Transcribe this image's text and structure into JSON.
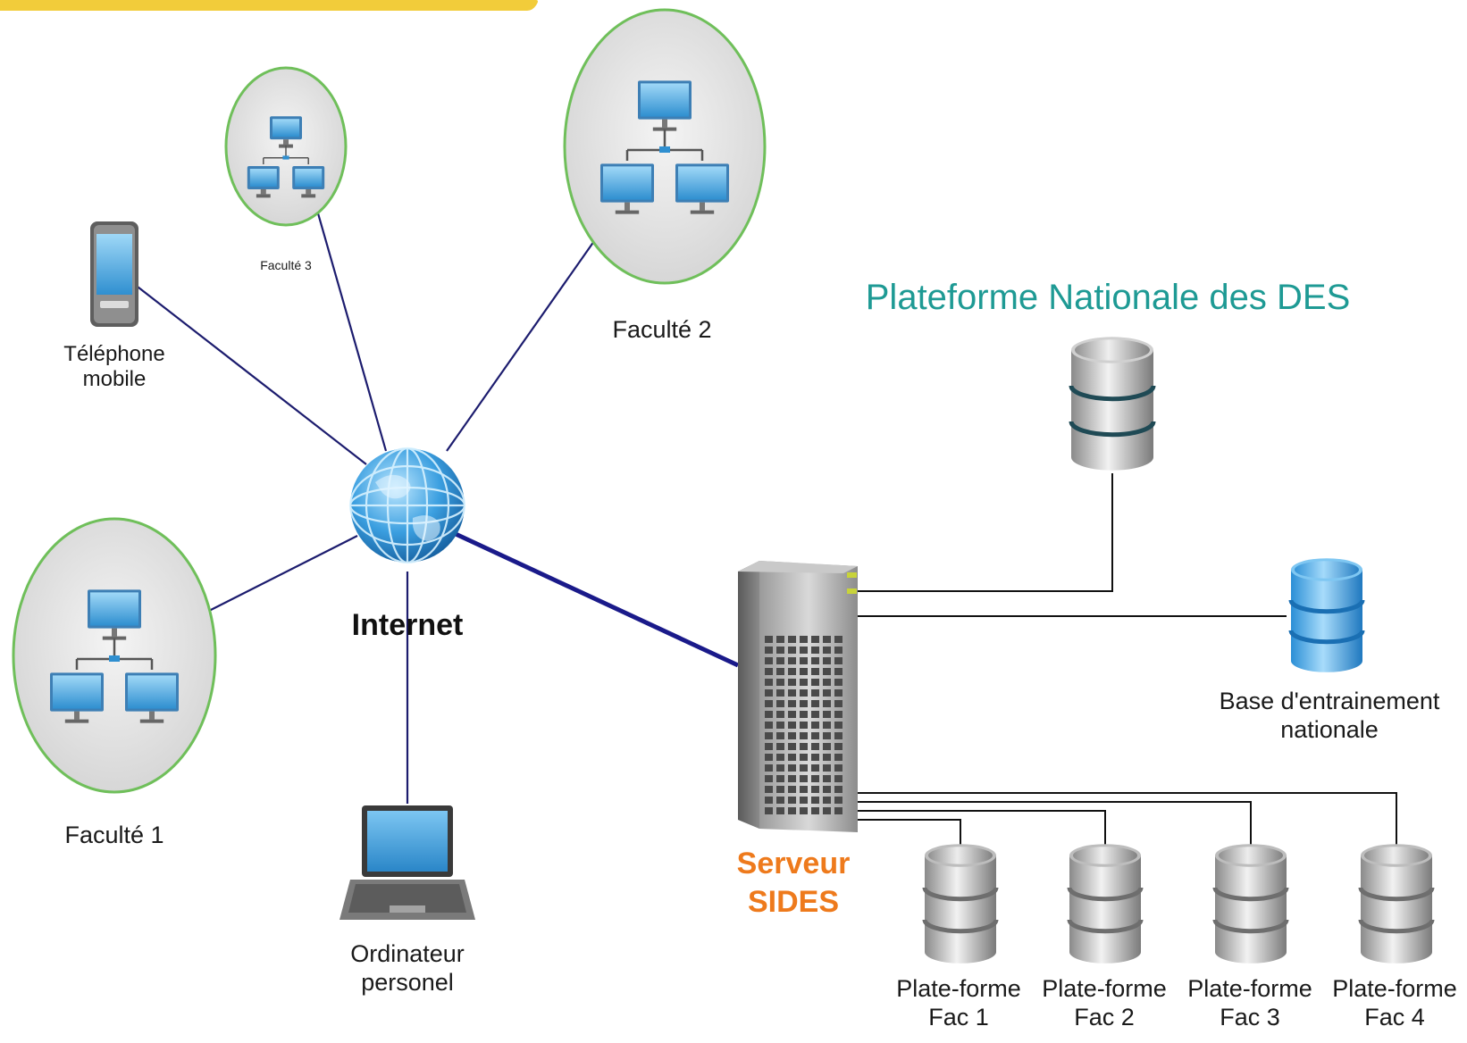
{
  "banner_color": "#f2cc3a",
  "colors": {
    "link_dark": "#1c1c6e",
    "link_server": "#1a1a8a",
    "wire": "#111111",
    "ring": "#6fbf5a",
    "platform_title": "#1e9a94",
    "server_label": "#ee7a1c"
  },
  "labels": {
    "platform_title": "Plateforme Nationale des DES",
    "internet": "Internet",
    "server_line1": "Serveur",
    "server_line2": "SIDES",
    "faculte_1": "Faculté 1",
    "faculte_2": "Faculté 2",
    "faculte_3": "Faculté 3",
    "phone_line1": "Téléphone",
    "phone_line2": "mobile",
    "laptop_line1": "Ordinateur",
    "laptop_line2": "personel",
    "base_line1": "Base d'entrainement",
    "base_line2": "nationale"
  },
  "platforms": [
    {
      "line1": "Plate-forme",
      "line2": "Fac 1"
    },
    {
      "line1": "Plate-forme",
      "line2": "Fac 2"
    },
    {
      "line1": "Plate-forme",
      "line2": "Fac 3"
    },
    {
      "line1": "Plate-forme",
      "line2": "Fac 4"
    }
  ],
  "icons": {
    "internet": "globe-icon",
    "server": "server-tower-icon",
    "national_db": "silver-database-icon",
    "training_db": "blue-database-icon",
    "phone": "mobile-phone-icon",
    "laptop": "laptop-icon",
    "network": "network-computers-icon",
    "platform_db": "grey-database-icon"
  }
}
